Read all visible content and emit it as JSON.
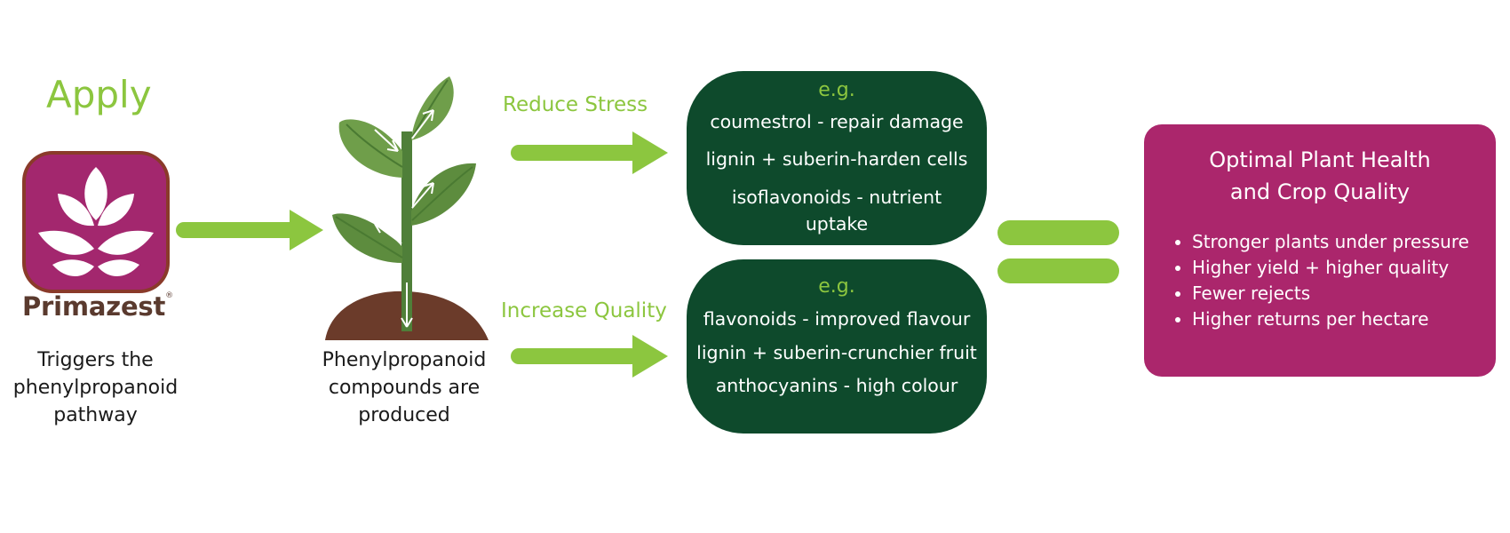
{
  "apply": {
    "title": "Apply",
    "caption_lines": [
      "Triggers the",
      "phenylpropanoid",
      "pathway"
    ]
  },
  "logo": {
    "brand_name": "Primazest",
    "registered_mark": "®"
  },
  "plant": {
    "caption_lines": [
      "Phenylpropanoid",
      "compounds are",
      "produced"
    ]
  },
  "branches": [
    {
      "label": "Reduce Stress",
      "eg": "e.g.",
      "items": [
        "coumestrol - repair damage",
        "lignin + suberin-harden cells",
        "isoflavonoids - nutrient",
        "uptake"
      ]
    },
    {
      "label": "Increase Quality",
      "eg": "e.g.",
      "items": [
        "flavonoids - improved flavour",
        "lignin + suberin-crunchier fruit",
        "anthocyanins - high colour"
      ]
    }
  ],
  "outcome": {
    "title_lines": [
      "Optimal Plant Health",
      "and Crop Quality"
    ],
    "bullets": [
      "Stronger plants under pressure",
      "Higher yield + higher quality",
      "Fewer rejects",
      "Higher returns per hectare"
    ]
  },
  "colors": {
    "accent_green": "#8cc63f",
    "dark_green": "#0e4a2c",
    "magenta": "#ab266c",
    "soil_brown": "#6b3b2a"
  }
}
